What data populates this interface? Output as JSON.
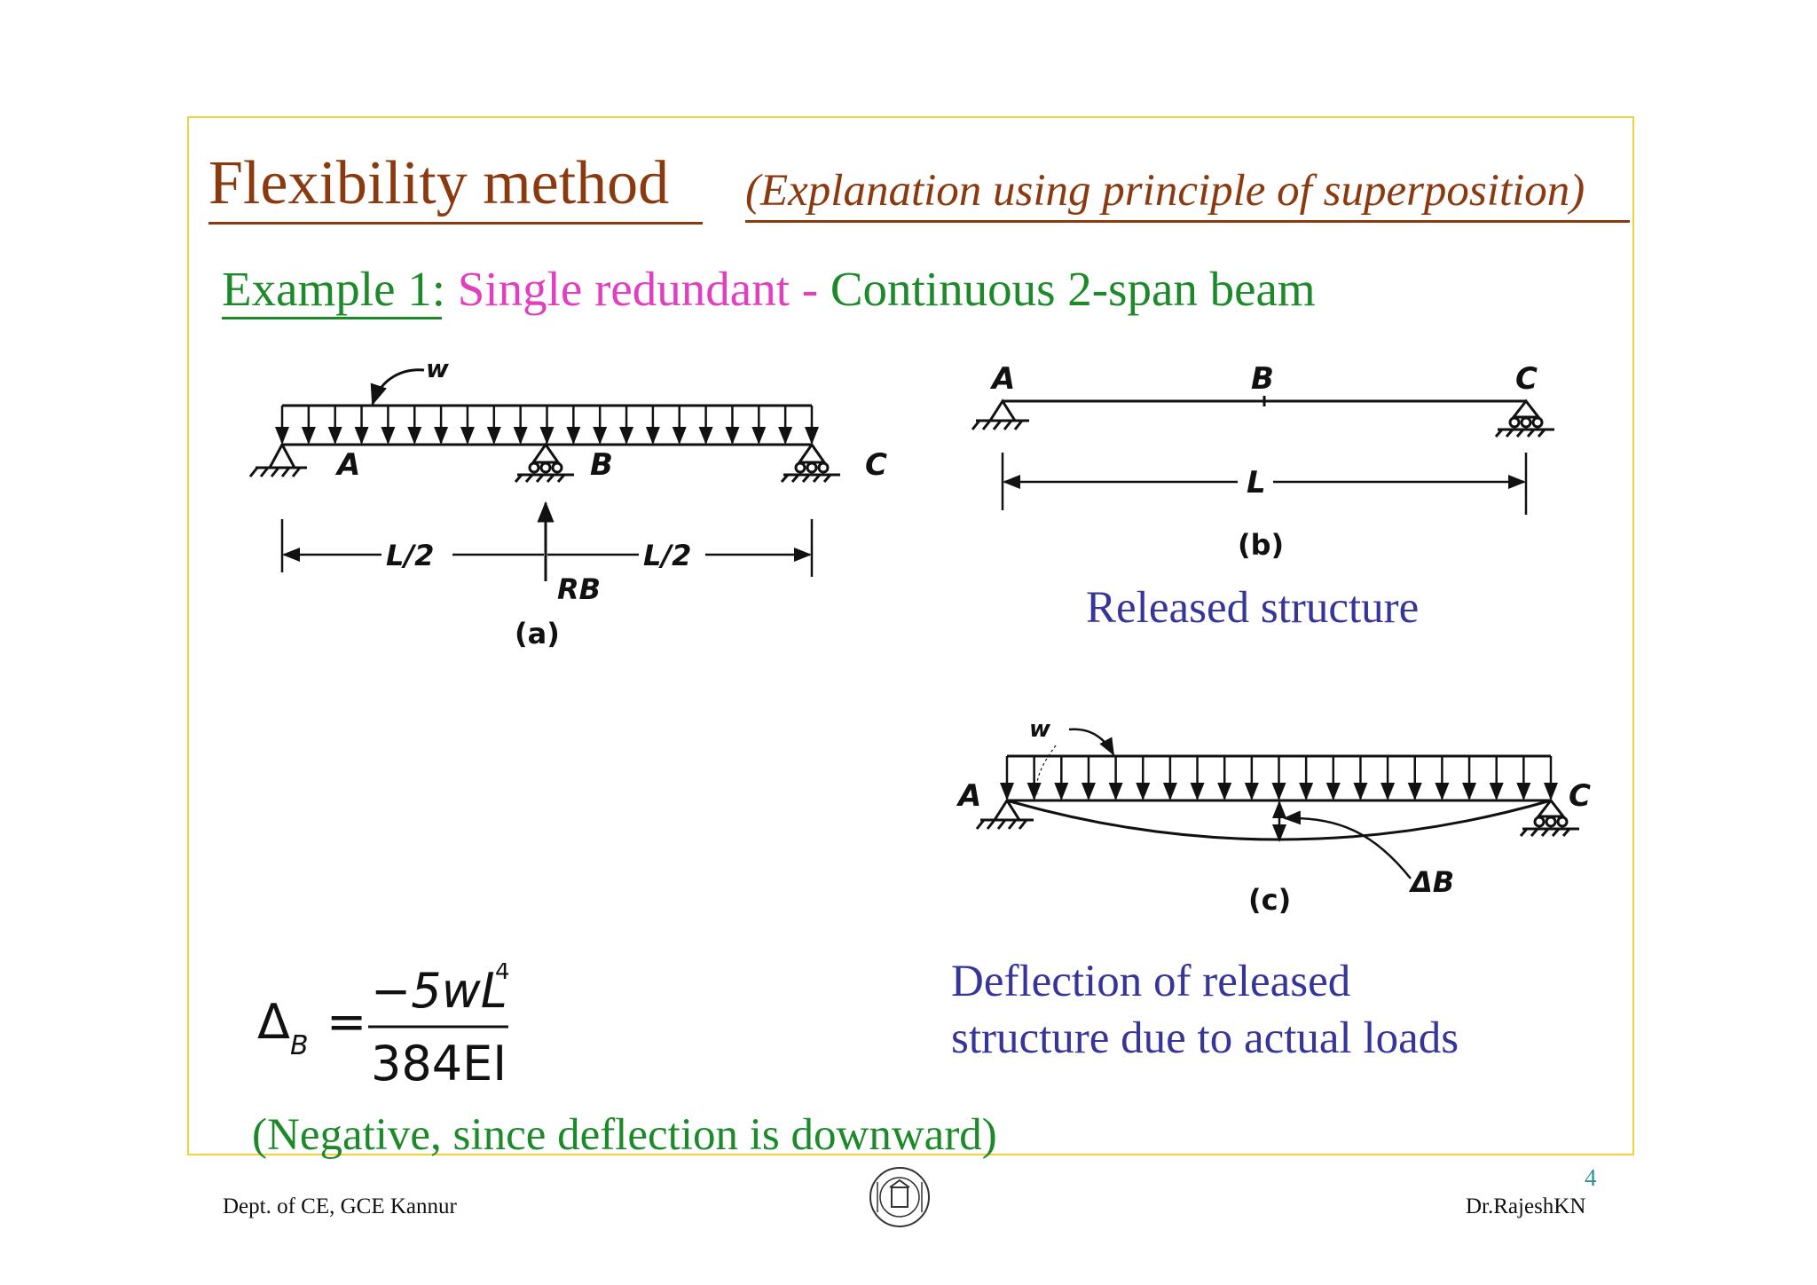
{
  "slide": {
    "title": "Flexibility method",
    "subtitle": "(Explanation using principle of superposition)",
    "example": {
      "label": "Example 1",
      "colon": ":",
      "redundant": "Single redundant",
      "dash": "-",
      "rest": "Continuous 2-span beam"
    },
    "figure_a": {
      "load": "w",
      "support_a": "A",
      "support_b": "B",
      "support_c": "C",
      "span_left": "L/2",
      "span_right": "L/2",
      "reaction": "RB",
      "caption": "(a)"
    },
    "figure_b": {
      "support_a": "A",
      "point_b": "B",
      "support_c": "C",
      "span": "L",
      "caption": "(b)",
      "label": "Released structure"
    },
    "figure_c": {
      "load": "w",
      "support_a": "A",
      "support_c": "C",
      "deflection": "ΔB",
      "caption": "(c)",
      "label_line1": "Deflection of released",
      "label_line2": "structure due to actual loads"
    },
    "formula": {
      "lhs": "Δ",
      "lhs_sub": "B",
      "equals": "=",
      "numerator": "−5wL",
      "numerator_exp": "4",
      "denominator": "384EI"
    },
    "note": "(Negative, since deflection is downward)",
    "page_number": "4"
  },
  "footer": {
    "left": "Dept. of CE, GCE Kannur",
    "right": "Dr.RajeshKN"
  },
  "colors": {
    "title": "#8b3a10",
    "frame": "#f2d23c",
    "green": "#1d8a2a",
    "magenta": "#e03fc0",
    "blue": "#36359a",
    "page_number": "#2a8f9a"
  }
}
